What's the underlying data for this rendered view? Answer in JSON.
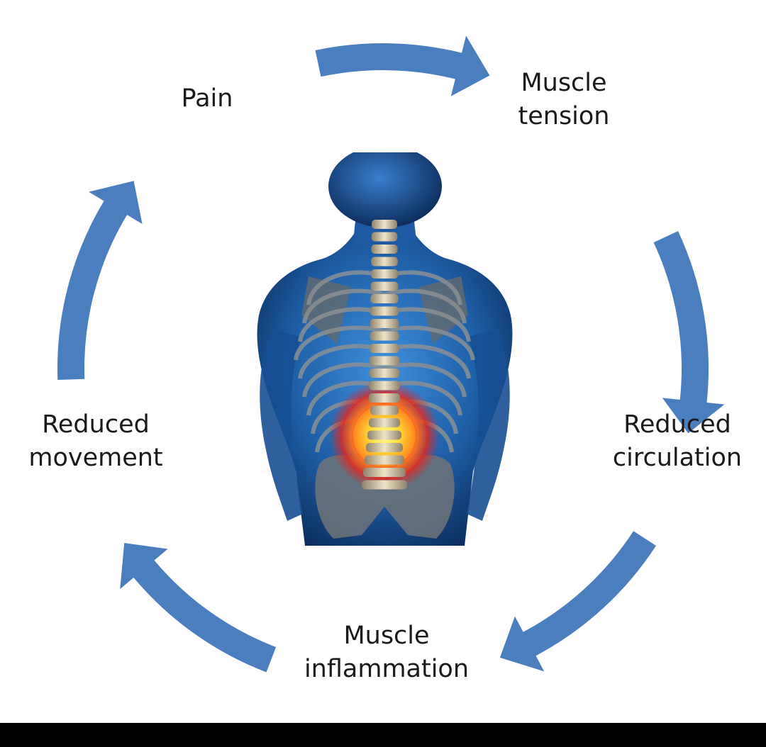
{
  "diagram": {
    "stages": [
      {
        "label_line1": "Pain",
        "label_line2": ""
      },
      {
        "label_line1": "Muscle",
        "label_line2": "tension"
      },
      {
        "label_line1": "Reduced",
        "label_line2": "circulation"
      },
      {
        "label_line1": "Muscle",
        "label_line2": "inflammation"
      },
      {
        "label_line1": "Reduced",
        "label_line2": "movement"
      }
    ],
    "colors": {
      "arrow": "#4a7ebf",
      "body_dark": "#0a2a55",
      "body_light": "#3f8fdc",
      "bone": "#d9ccb0",
      "pain_core": "#ffe23a",
      "pain_outer": "#e8241a"
    },
    "icons": [
      "cycle-arrow",
      "human-back-spine-illustration"
    ]
  }
}
